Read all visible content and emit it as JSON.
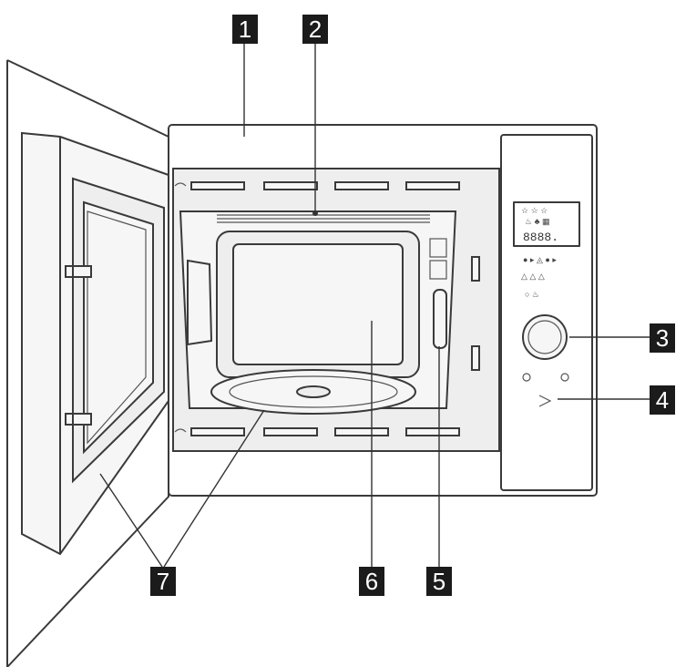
{
  "callouts": [
    {
      "id": "1",
      "label": "1"
    },
    {
      "id": "2",
      "label": "2"
    },
    {
      "id": "3",
      "label": "3"
    },
    {
      "id": "4",
      "label": "4"
    },
    {
      "id": "5",
      "label": "5"
    },
    {
      "id": "6",
      "label": "6"
    },
    {
      "id": "7",
      "label": "7"
    }
  ],
  "display": {
    "digits": "8888."
  },
  "colors": {
    "callout_fill": "#1b1b1b",
    "line": "#3a3a3a"
  }
}
